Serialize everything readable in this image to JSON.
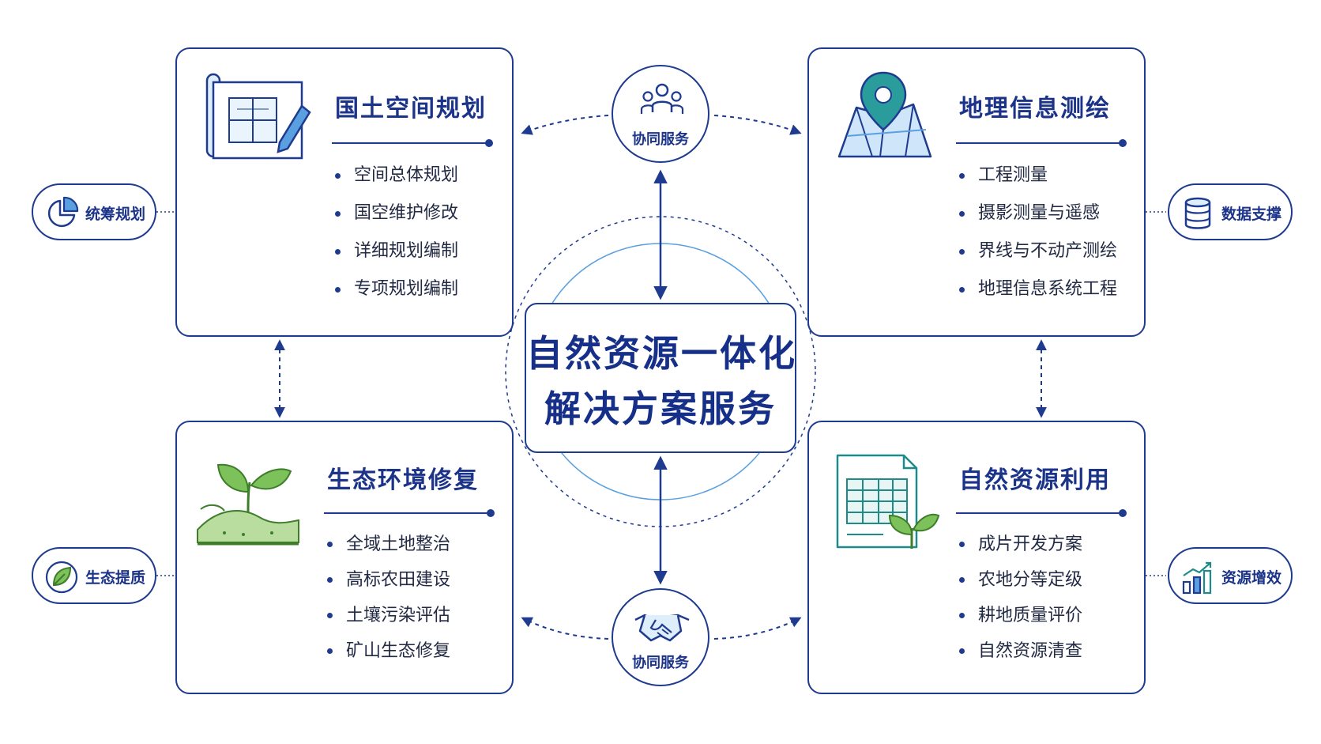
{
  "center": {
    "line1": "自然资源一体化",
    "line2": "解决方案服务"
  },
  "collab_top": {
    "label": "协同服务",
    "icon": "people-group-icon"
  },
  "collab_bottom": {
    "label": "协同服务",
    "icon": "handshake-icon"
  },
  "cards": {
    "planning": {
      "title": "国土空间规划",
      "icon": "blueprint-pencil-icon",
      "items": [
        "空间总体规划",
        "国空维护修改",
        "详细规划编制",
        "专项规划编制"
      ]
    },
    "surveying": {
      "title": "地理信息测绘",
      "icon": "map-pin-icon",
      "items": [
        "工程测量",
        "摄影测量与遥感",
        "界线与不动产测绘",
        "地理信息系统工程"
      ]
    },
    "ecology": {
      "title": "生态环境修复",
      "icon": "sprout-icon",
      "items": [
        "全域土地整治",
        "高标农田建设",
        "土壤污染评估",
        "矿山生态修复"
      ]
    },
    "resources": {
      "title": "自然资源利用",
      "icon": "spreadsheet-leaf-icon",
      "items": [
        "成片开发方案",
        "农地分等定级",
        "耕地质量评价",
        "自然资源清查"
      ]
    }
  },
  "pills": {
    "coordination": {
      "label": "统筹规划",
      "icon": "pie-chart-icon"
    },
    "data": {
      "label": "数据支撑",
      "icon": "database-icon"
    },
    "eco_quality": {
      "label": "生态提质",
      "icon": "leaf-icon"
    },
    "efficiency": {
      "label": "资源增效",
      "icon": "growth-chart-icon"
    }
  },
  "colors": {
    "primary": "#1f3b8f",
    "accent_blue": "#5aa0e0",
    "leaf_green": "#6ab04c",
    "teal": "#1f8a8a"
  }
}
